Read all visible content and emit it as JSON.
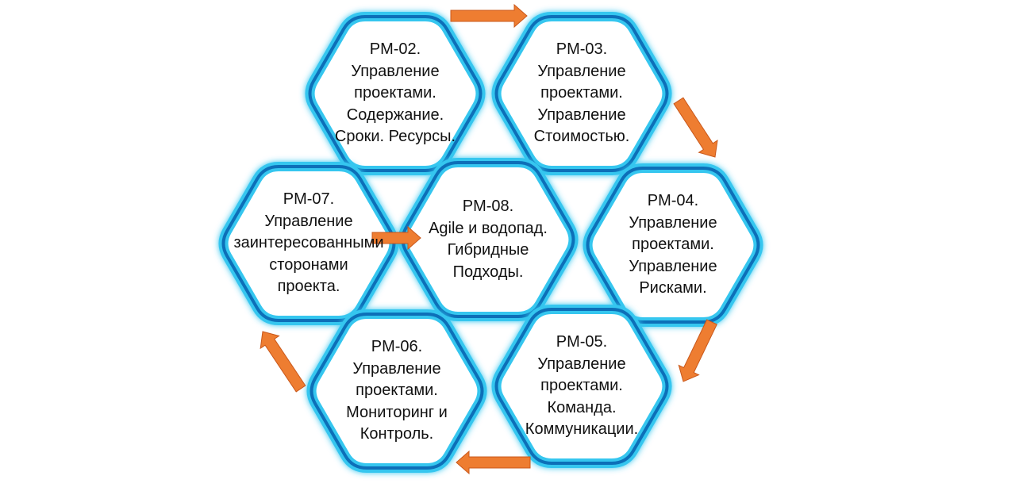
{
  "colors": {
    "hex_border_outer": "#35c6ef",
    "hex_border_inner": "#0d6fb8",
    "arrow_fill": "#ee7d31",
    "arrow_stroke": "#c9581b"
  },
  "modules": [
    {
      "id": "pm02",
      "lines": [
        "PM-02.",
        "Управление",
        "проектами.",
        "Содержание.",
        "Сроки. Ресурсы."
      ]
    },
    {
      "id": "pm03",
      "lines": [
        "PM-03.",
        "Управление",
        "проектами.",
        "Управление",
        "Стоимостью."
      ]
    },
    {
      "id": "pm07",
      "lines": [
        "PM-07.",
        "Управление",
        "заинтересованными",
        "сторонами",
        "проекта."
      ]
    },
    {
      "id": "pm08",
      "lines": [
        "PM-08.",
        "Agile и водопад.",
        "Гибридные",
        "Подходы."
      ]
    },
    {
      "id": "pm04",
      "lines": [
        "PM-04.",
        "Управление",
        "проектами.",
        "Управление",
        "Рисками."
      ]
    },
    {
      "id": "pm06",
      "lines": [
        "PM-06.",
        "Управление",
        "проектами.",
        "Мониторинг и",
        "Контроль."
      ]
    },
    {
      "id": "pm05",
      "lines": [
        "PM-05.",
        "Управление",
        "проектами.",
        "Команда.",
        "Коммуникации."
      ]
    }
  ]
}
